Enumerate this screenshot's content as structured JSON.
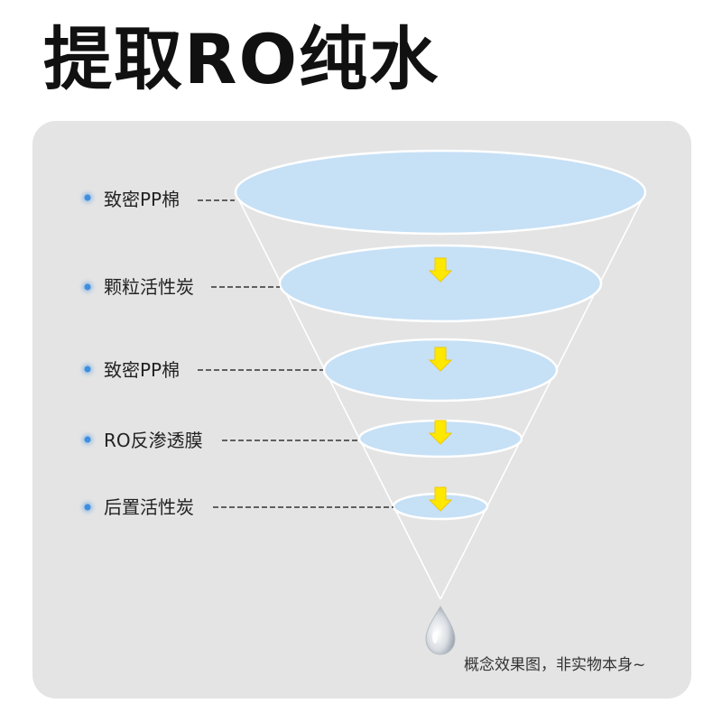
{
  "title": "提取RO纯水",
  "stages": [
    {
      "label": "致密PP棉"
    },
    {
      "label": "颗粒活性炭"
    },
    {
      "label": "致密PP棉"
    },
    {
      "label": "RO反渗透膜"
    },
    {
      "label": "后置活性炭"
    }
  ],
  "note": "概念效果图，非实物本身~",
  "colors": {
    "disc_fill": "#c6e0f6",
    "arrow": "#ffe800",
    "panel": "#e4e4e4",
    "dot": "#3d8fe0"
  }
}
